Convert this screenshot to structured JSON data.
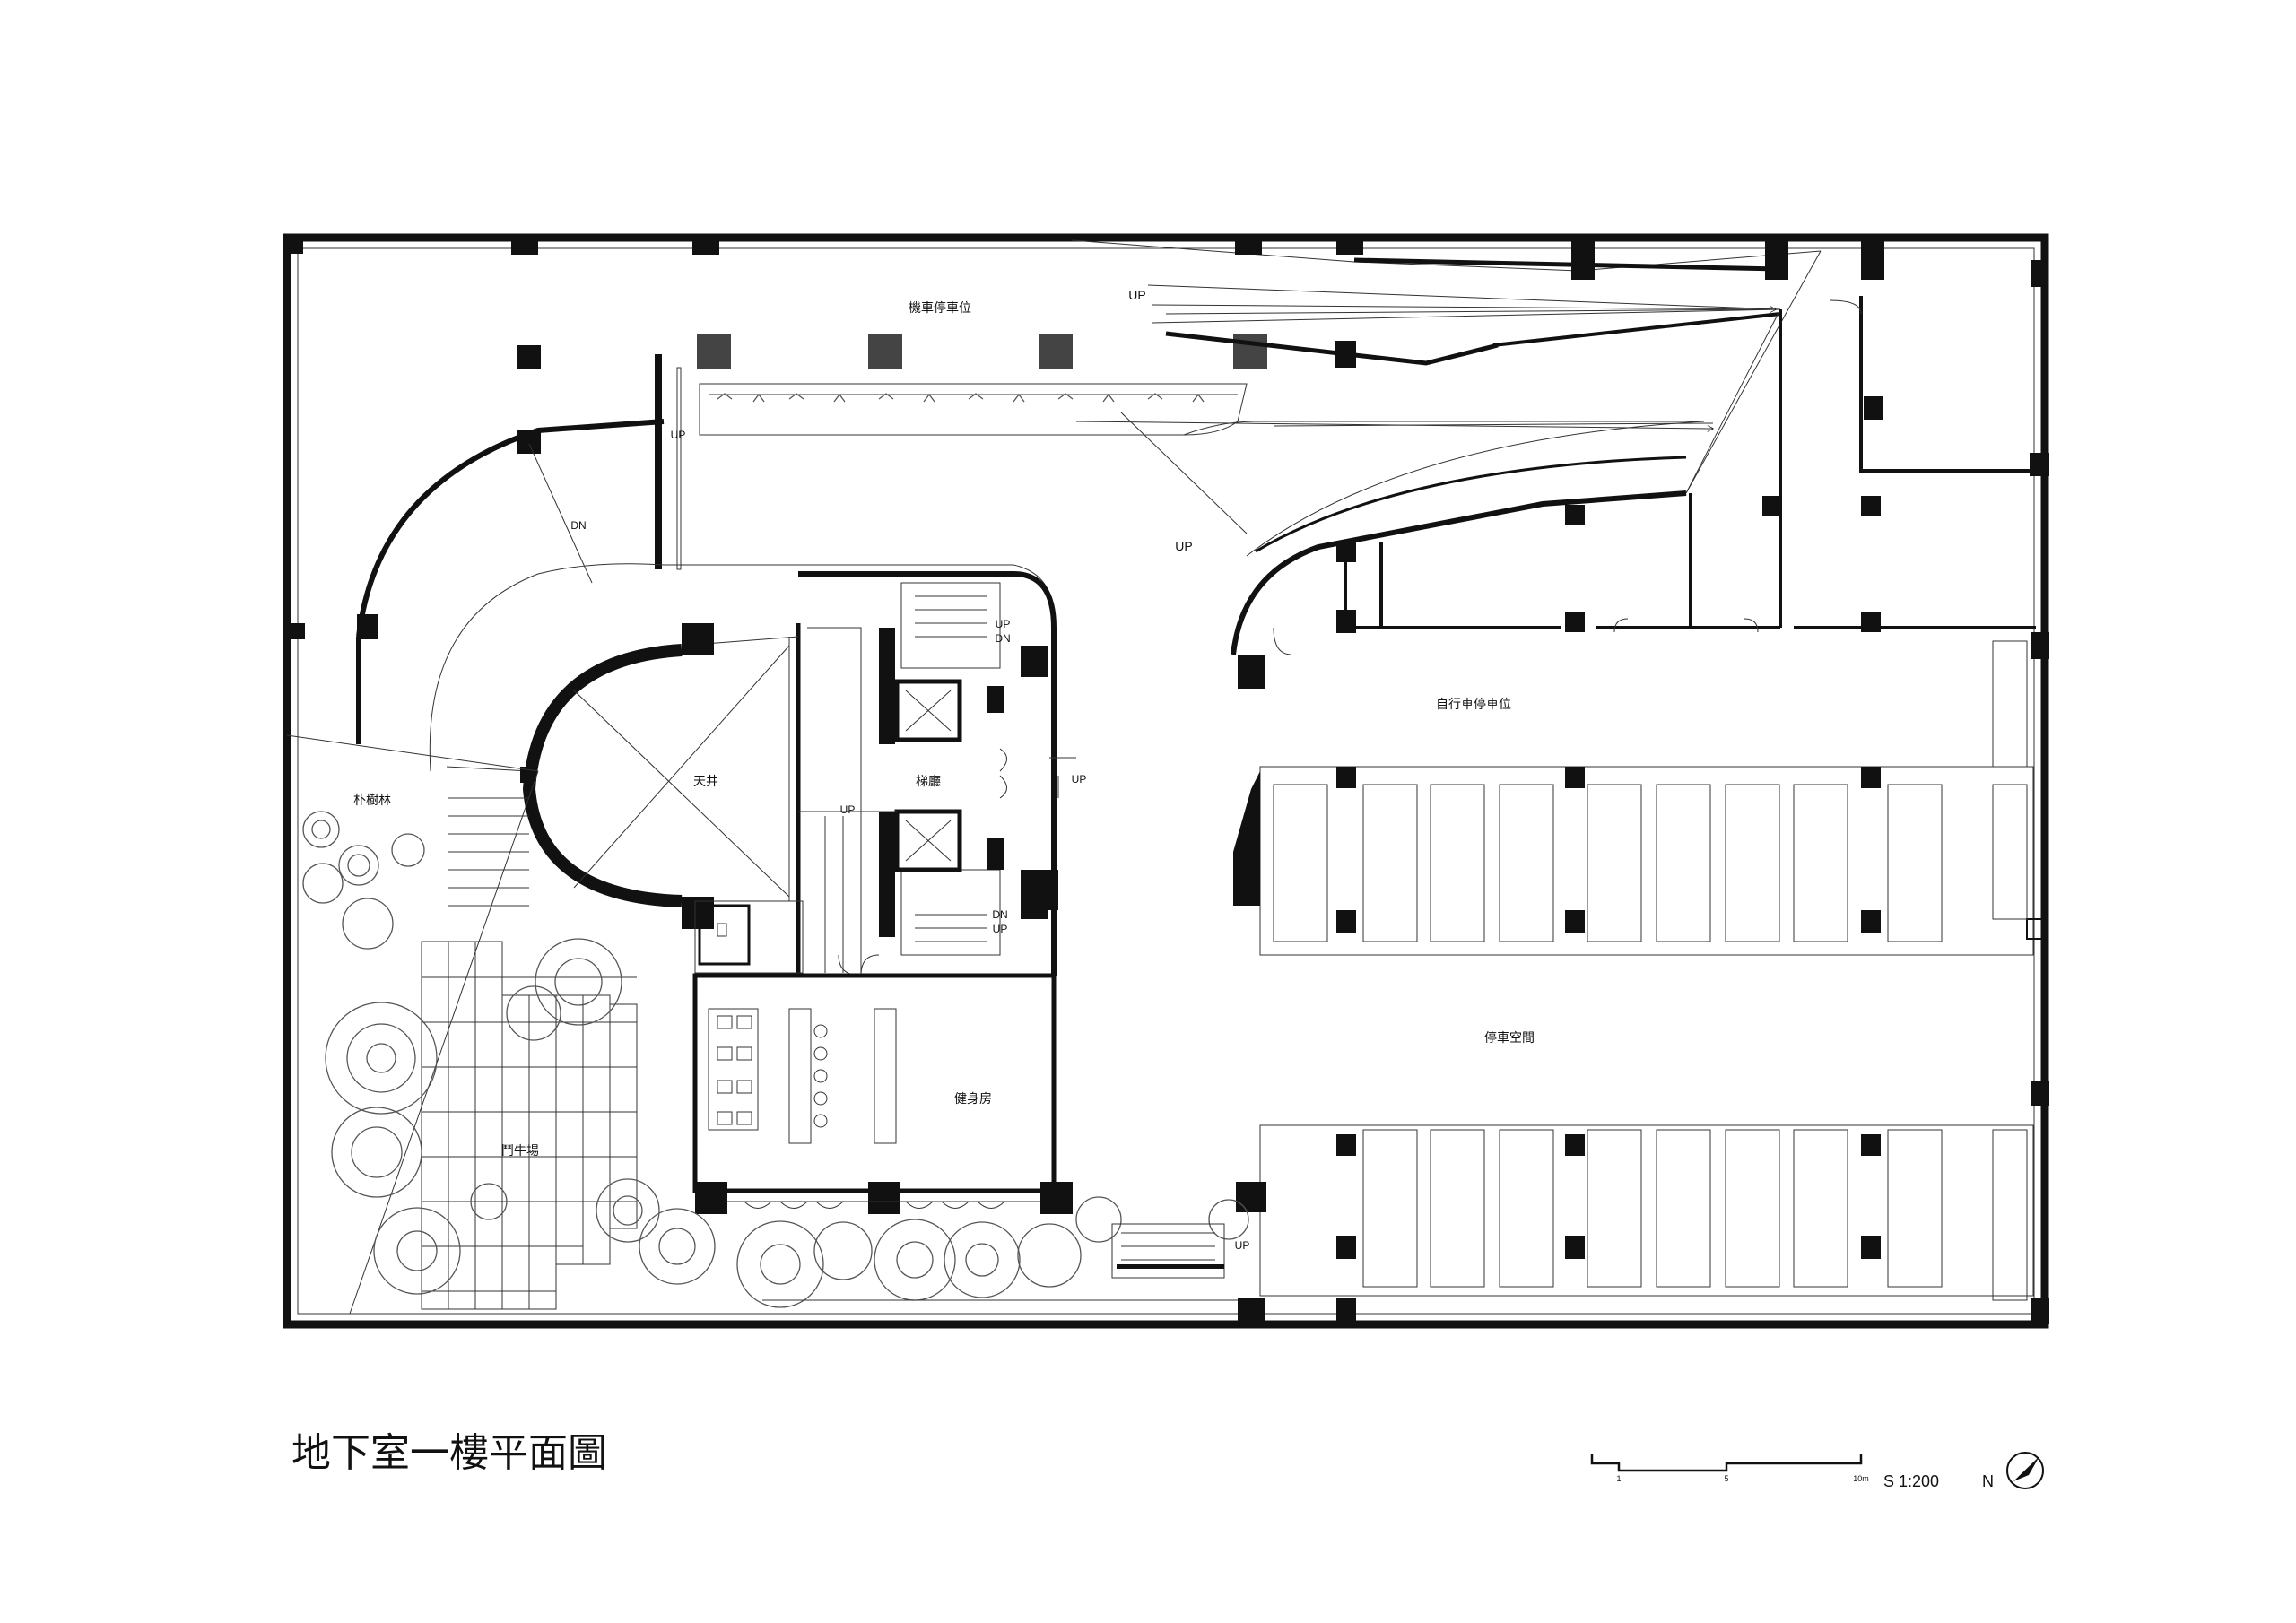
{
  "drawing": {
    "title": "地下室一樓平面圖",
    "scale_text": "S  1:200",
    "scale_ticks": [
      "1",
      "5",
      "10m"
    ],
    "north_label": "N"
  },
  "rooms": {
    "motorcycle_parking": "機車停車位",
    "bicycle_parking": "自行車停車位",
    "atrium": "天井",
    "elevator_hall": "梯廳",
    "gym": "健身房",
    "parking_space": "停車空間",
    "tree_grove": "朴樹林",
    "plaza": "鬥牛場"
  },
  "annotations": {
    "up_top": "UP",
    "up_ramp": "UP",
    "up_left": "UP",
    "dn_curve": "DN",
    "up_core_right": "UP",
    "up_core_mid": "UP",
    "up_bottom_stair": "UP",
    "up_stair1": "UP",
    "dn_stair1": "DN",
    "up_stair2": "UP",
    "dn_stair2": "DN"
  },
  "colors": {
    "ink": "#111111",
    "gray": "#444444",
    "paper": "#ffffff"
  }
}
